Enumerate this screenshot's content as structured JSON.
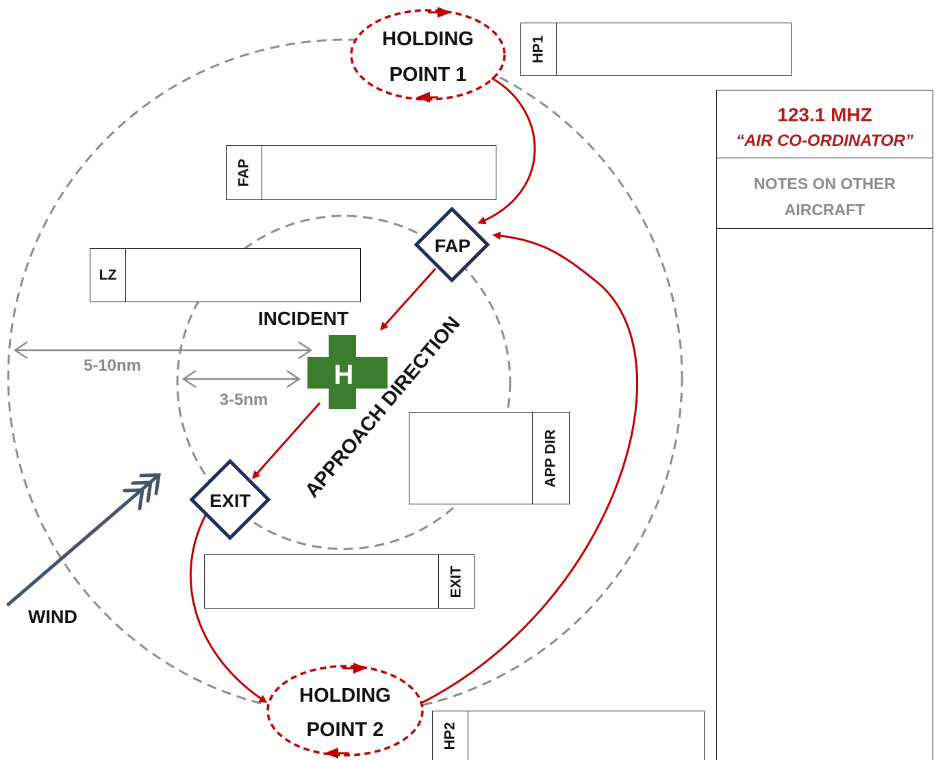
{
  "diagram": {
    "holding_point_1": {
      "line1": "HOLDING",
      "line2": "POINT 1"
    },
    "holding_point_2": {
      "line1": "HOLDING",
      "line2": "POINT 2"
    },
    "fap_marker": "FAP",
    "exit_marker": "EXIT",
    "incident_label": "INCIDENT",
    "helipad_letter": "H",
    "approach_direction": "APPROACH DIRECTION",
    "range_outer": "5-10nm",
    "range_inner": "3-5nm",
    "wind_label": "WIND"
  },
  "fields": {
    "hp1_tag": "HP1",
    "fap_tag": "FAP",
    "lz_tag": "LZ",
    "app_dir_tag": "APP DIR",
    "exit_tag": "EXIT",
    "hp2_tag": "HP2"
  },
  "panel": {
    "frequency": "123.1 MHZ",
    "role": "“AIR CO-ORDINATOR”",
    "notes_heading": "NOTES ON OTHER AIRCRAFT"
  },
  "colors": {
    "route_red": "#c00000",
    "marker_navy": "#1f2d5e",
    "ring_gray": "#8c8c8c",
    "helipad_green": "#3b7d2c",
    "wind_slate": "#44546a",
    "panel_red": "#b31b1b"
  },
  "icons": {
    "helipad": "helipad-cross-icon",
    "wind": "wind-arrow-icon"
  }
}
